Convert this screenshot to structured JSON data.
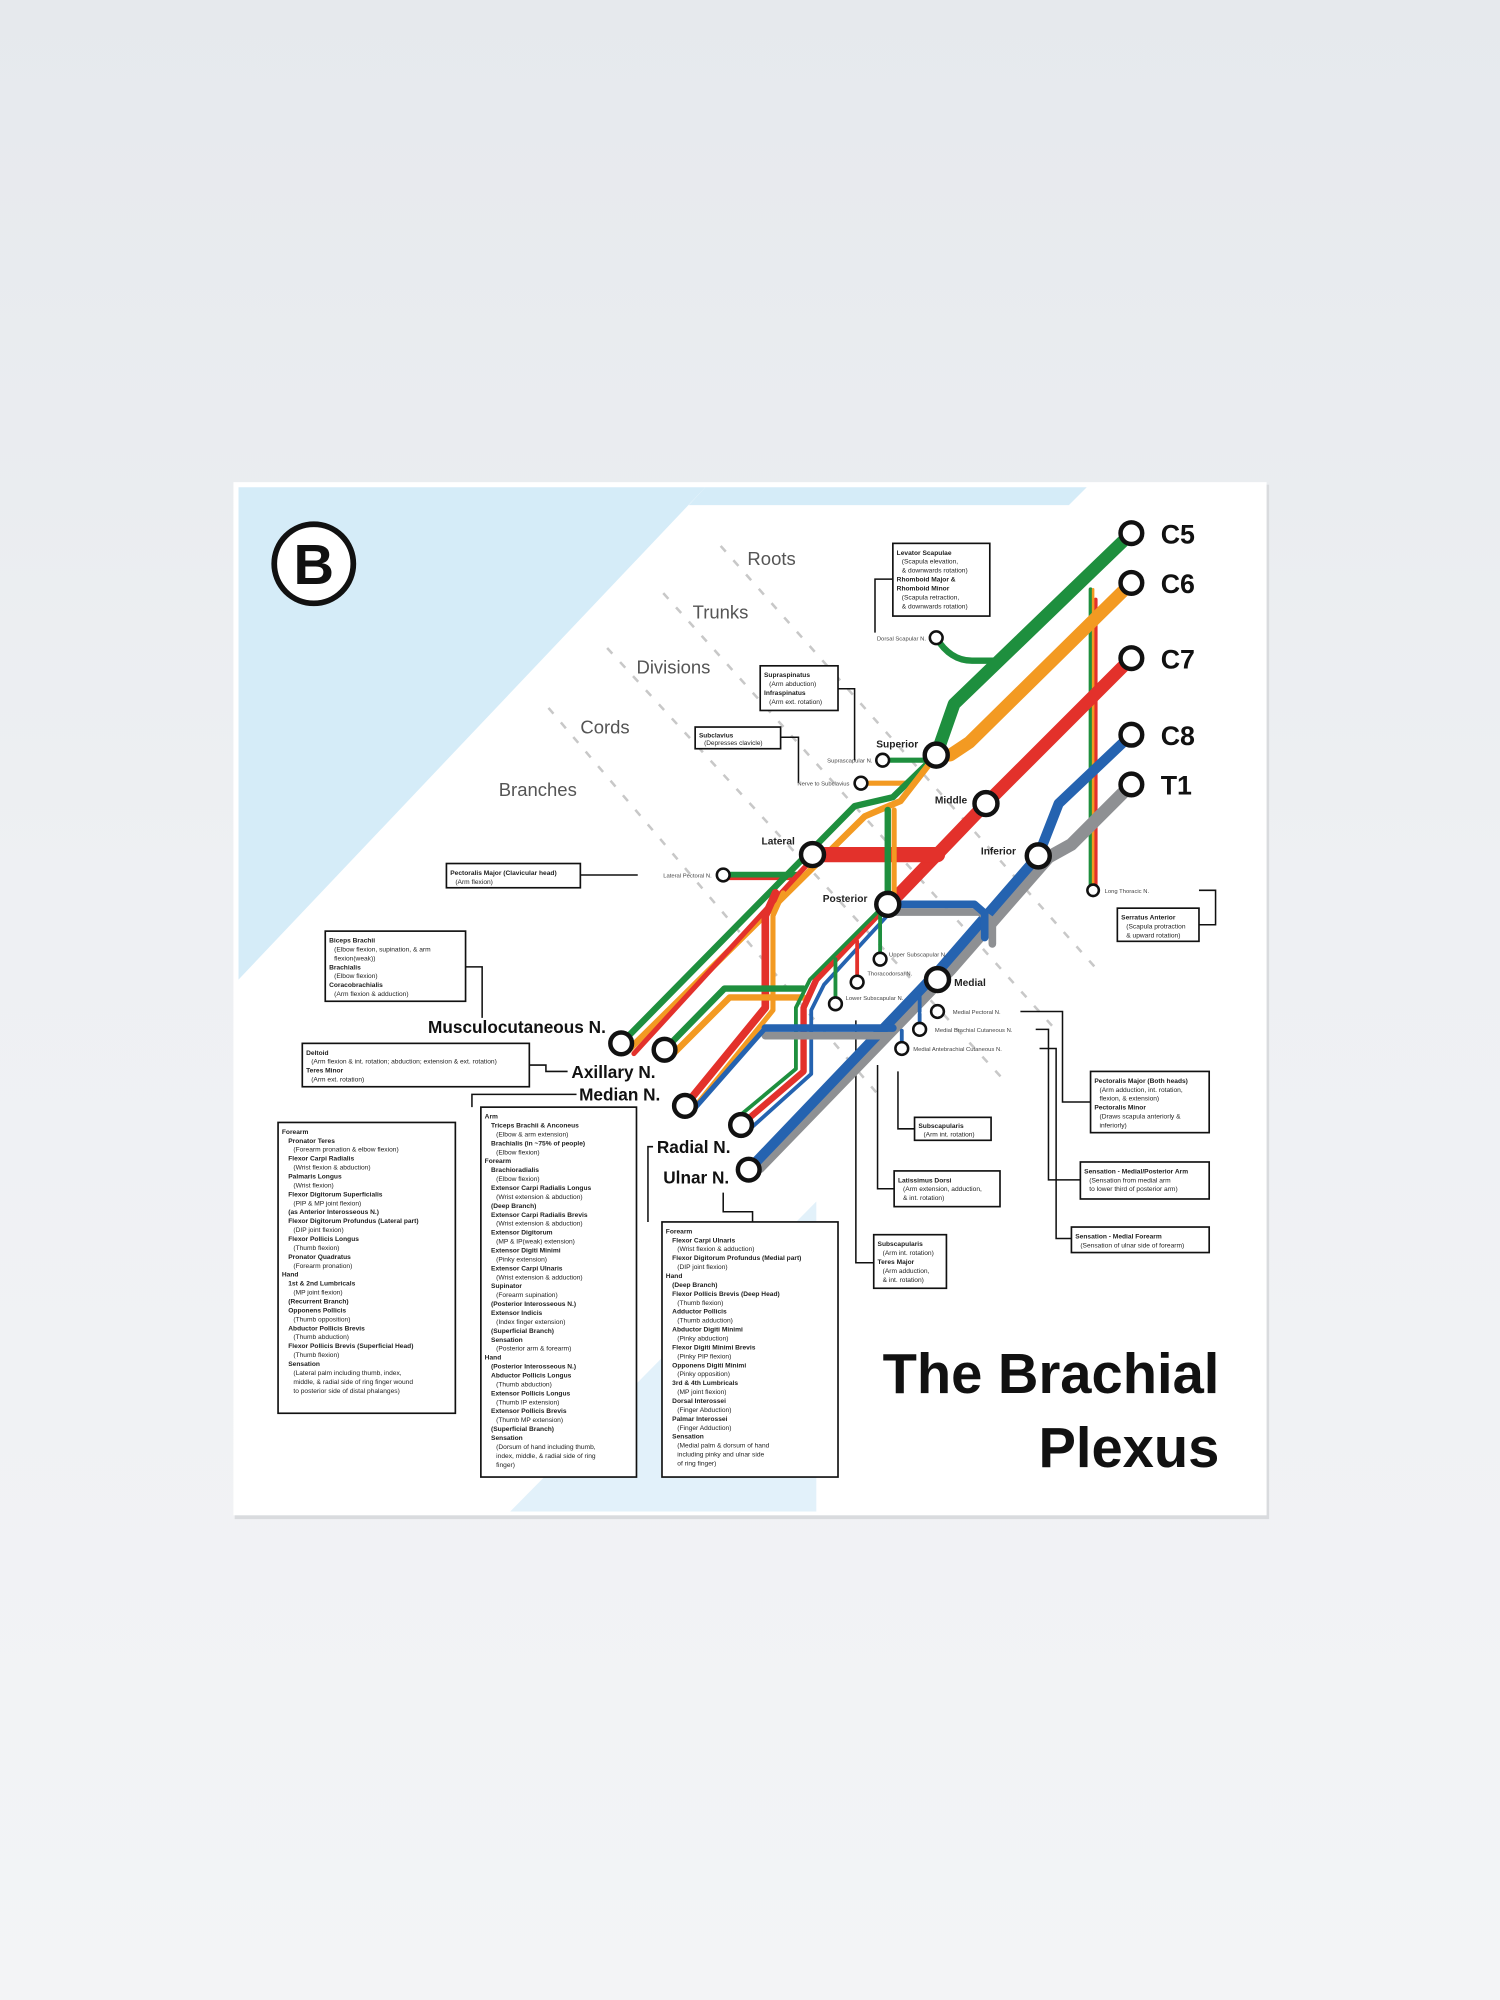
{
  "poster": {
    "logo_letter": "B",
    "title_line1": "The Brachial",
    "title_line2": "Plexus",
    "colors": {
      "C5": "#1e8f3e",
      "C6": "#f39a22",
      "C7": "#e3312b",
      "C8": "#2563b0",
      "T1": "#8e9093",
      "background_blue": "#d5ecf8"
    },
    "columns": [
      "Roots",
      "Trunks",
      "Divisions",
      "Cords",
      "Branches"
    ],
    "roots": [
      "C5",
      "C6",
      "C7",
      "C8",
      "T1"
    ],
    "trunks": [
      "Superior",
      "Middle",
      "Inferior"
    ],
    "cords": [
      "Lateral",
      "Posterior",
      "Medial"
    ],
    "terminal_branches": [
      "Musculocutaneous N.",
      "Axillary N.",
      "Median N.",
      "Radial N.",
      "Ulnar N."
    ],
    "minor_nerves": {
      "dorsal_scapular": "Dorsal Scapular N.",
      "suprascapular": "Suprascapular N.",
      "subclavius": "Nerve to Subclavius",
      "lateral_pectoral": "Lateral Pectoral N.",
      "long_thoracic": "Long Thoracic N.",
      "upper_subscapular": "Upper Subscapular N.",
      "thoracodorsal": "Thoracodorsal N.",
      "lower_subscapular": "Lower Subscapular N.",
      "medial_pectoral": "Medial Pectoral N.",
      "medial_brachial_cutaneous": "Medial Brachial Cutaneous N.",
      "medial_antebrachial_cutaneous": "Medial Antebrachial Cutaneous N."
    },
    "boxes": {
      "levator": [
        [
          "Levator Scapulae",
          1
        ],
        [
          "(Scapula elevation,",
          0
        ],
        [
          "& downwards rotation)",
          0
        ],
        [
          "Rhomboid Major &",
          1
        ],
        [
          "Rhomboid Minor",
          1
        ],
        [
          "(Scapula retraction,",
          0
        ],
        [
          "& downwards rotation)",
          0
        ]
      ],
      "supraspinatus": [
        [
          "Supraspinatus",
          1
        ],
        [
          "(Arm abduction)",
          0
        ],
        [
          "Infraspinatus",
          1
        ],
        [
          "(Arm ext. rotation)",
          0
        ]
      ],
      "subclavius": [
        [
          "Subclavius",
          1
        ],
        [
          "(Depresses clavicle)",
          0
        ]
      ],
      "pec_clavicular": [
        [
          "Pectoralis Major (Clavicular head)",
          1
        ],
        [
          "(Arm flexion)",
          0
        ]
      ],
      "musculocutaneous": [
        [
          "Biceps Brachii",
          1
        ],
        [
          "(Elbow flexion, supination, & arm",
          0
        ],
        [
          "flexion(weak))",
          0
        ],
        [
          "Brachialis",
          1
        ],
        [
          "(Elbow flexion)",
          0
        ],
        [
          "Coracobrachialis",
          1
        ],
        [
          "(Arm flexion & adduction)",
          0
        ]
      ],
      "axillary": [
        [
          "Deltoid",
          1
        ],
        [
          "(Arm flexion & int. rotation; abduction; extension & ext. rotation)",
          0
        ],
        [
          "Teres Minor",
          1
        ],
        [
          "(Arm ext. rotation)",
          0
        ]
      ],
      "median": [
        [
          "Forearm",
          1
        ],
        [
          "Pronator Teres",
          1
        ],
        [
          "(Forearm pronation & elbow flexion)",
          0
        ],
        [
          "Flexor Carpi Radialis",
          1
        ],
        [
          "(Wrist flexion & abduction)",
          0
        ],
        [
          "Palmaris Longus",
          1
        ],
        [
          "(Wrist flexion)",
          0
        ],
        [
          "Flexor Digitorum Superficialis",
          1
        ],
        [
          "(PIP & MP joint flexion)",
          0
        ],
        [
          "(as Anterior Interosseous N.)",
          1
        ],
        [
          "Flexor Digitorum Profundus (Lateral part)",
          1
        ],
        [
          "(DIP joint flexion)",
          0
        ],
        [
          "Flexor Pollicis Longus",
          1
        ],
        [
          "(Thumb flexion)",
          0
        ],
        [
          "Pronator Quadratus",
          1
        ],
        [
          "(Forearm pronation)",
          0
        ],
        [
          "Hand",
          1
        ],
        [
          "1st & 2nd Lumbricals",
          1
        ],
        [
          "(MP joint flexion)",
          0
        ],
        [
          "(Recurrent Branch)",
          1
        ],
        [
          "Opponens Pollicis",
          1
        ],
        [
          "(Thumb opposition)",
          0
        ],
        [
          "Abductor Pollicis Brevis",
          1
        ],
        [
          "(Thumb abduction)",
          0
        ],
        [
          "Flexor Pollicis Brevis (Superficial Head)",
          1
        ],
        [
          "(Thumb flexion)",
          0
        ],
        [
          "Sensation",
          1
        ],
        [
          "(Lateral palm including thumb, index,",
          0
        ],
        [
          "middle, & radial side of ring finger wound",
          0
        ],
        [
          "to posterior side of distal phalanges)",
          0
        ]
      ],
      "radial": [
        [
          "Arm",
          1
        ],
        [
          "Triceps Brachii & Anconeus",
          1
        ],
        [
          "(Elbow & arm extension)",
          0
        ],
        [
          "Brachialis (in ~75% of people)",
          1
        ],
        [
          "(Elbow flexion)",
          0
        ],
        [
          "Forearm",
          1
        ],
        [
          "Brachioradialis",
          1
        ],
        [
          "(Elbow flexion)",
          0
        ],
        [
          "Extensor Carpi Radialis Longus",
          1
        ],
        [
          "(Wrist extension & abduction)",
          0
        ],
        [
          "(Deep Branch)",
          1
        ],
        [
          "Extensor Carpi Radialis Brevis",
          1
        ],
        [
          "(Wrist extension & abduction)",
          0
        ],
        [
          "Extensor Digitorum",
          1
        ],
        [
          "(MP & IP(weak) extension)",
          0
        ],
        [
          "Extensor Digiti Minimi",
          1
        ],
        [
          "(Pinky extension)",
          0
        ],
        [
          "Extensor Carpi Ulnaris",
          1
        ],
        [
          "(Wrist extension & adduction)",
          0
        ],
        [
          "Supinator",
          1
        ],
        [
          "(Forearm supination)",
          0
        ],
        [
          "(Posterior Interosseous N.)",
          1
        ],
        [
          "Extensor Indicis",
          1
        ],
        [
          "(Index finger extension)",
          0
        ],
        [
          "(Superficial Branch)",
          1
        ],
        [
          "Sensation",
          1
        ],
        [
          "(Posterior arm & forearm)",
          0
        ],
        [
          "Hand",
          1
        ],
        [
          "(Posterior Interosseous N.)",
          1
        ],
        [
          "Abductor Pollicis Longus",
          1
        ],
        [
          "(Thumb abduction)",
          0
        ],
        [
          "Extensor Pollicis Longus",
          1
        ],
        [
          "(Thumb IP extension)",
          0
        ],
        [
          "Extensor Pollicis Brevis",
          1
        ],
        [
          "(Thumb MP extension)",
          0
        ],
        [
          "(Superficial Branch)",
          1
        ],
        [
          "Sensation",
          1
        ],
        [
          "(Dorsum of hand including thumb,",
          0
        ],
        [
          "index, middle, & radial side of ring",
          0
        ],
        [
          "finger)",
          0
        ]
      ],
      "ulnar": [
        [
          "Forearm",
          1
        ],
        [
          "Flexor Carpi Ulnaris",
          1
        ],
        [
          "(Wrist flexion & adduction)",
          0
        ],
        [
          "Flexor Digitorum Profundus (Medial part)",
          1
        ],
        [
          "(DIP joint flexion)",
          0
        ],
        [
          "Hand",
          1
        ],
        [
          "(Deep Branch)",
          1
        ],
        [
          "Flexor Pollicis Brevis (Deep Head)",
          1
        ],
        [
          "(Thumb flexion)",
          0
        ],
        [
          "Adductor Pollicis",
          1
        ],
        [
          "(Thumb adduction)",
          0
        ],
        [
          "Abductor Digiti Minimi",
          1
        ],
        [
          "(Pinky abduction)",
          0
        ],
        [
          "Flexor Digiti Minimi Brevis",
          1
        ],
        [
          "(Pinky PIP flexion)",
          0
        ],
        [
          "Opponens Digiti Minimi",
          1
        ],
        [
          "(Pinky opposition)",
          0
        ],
        [
          "3rd & 4th Lumbricals",
          1
        ],
        [
          "(MP joint flexion)",
          0
        ],
        [
          "Dorsal Interossei",
          1
        ],
        [
          "(Finger Abduction)",
          0
        ],
        [
          "Palmar Interossei",
          1
        ],
        [
          "(Finger Adduction)",
          0
        ],
        [
          "Sensation",
          1
        ],
        [
          "(Medial palm & dorsum of hand",
          0
        ],
        [
          "including pinky and ulnar side",
          0
        ],
        [
          "of ring finger)",
          0
        ]
      ],
      "subscapularis": [
        [
          "Subscapularis",
          1
        ],
        [
          "(Arm int. rotation)",
          0
        ]
      ],
      "latissimus": [
        [
          "Latissimus Dorsi",
          1
        ],
        [
          "(Arm extension, adduction,",
          0
        ],
        [
          "& int. rotation)",
          0
        ]
      ],
      "subscap_teres": [
        [
          "Subscapularis",
          1
        ],
        [
          "(Arm int. rotation)",
          0
        ],
        [
          "Teres Major",
          1
        ],
        [
          "(Arm adduction,",
          0
        ],
        [
          "& int. rotation)",
          0
        ]
      ],
      "serratus": [
        [
          "Serratus Anterior",
          1
        ],
        [
          "(Scapula protraction",
          0
        ],
        [
          "& upward rotation)",
          0
        ]
      ],
      "pec_both": [
        [
          "Pectoralis Major (Both heads)",
          1
        ],
        [
          "(Arm adduction, int. rotation,",
          0
        ],
        [
          "flexion, & extension)",
          0
        ],
        [
          "Pectoralis Minor",
          1
        ],
        [
          "(Draws scapula anteriorly &",
          0
        ],
        [
          "inferiorly)",
          0
        ]
      ],
      "sens_arm": [
        [
          "Sensation - Medial/Posterior Arm",
          1
        ],
        [
          "(Sensation from medial arm",
          0
        ],
        [
          "to lower third of posterior arm)",
          0
        ]
      ],
      "sens_forearm": [
        [
          "Sensation - Medial Forearm",
          1
        ],
        [
          "(Sensation of ulnar side of forearm)",
          0
        ]
      ]
    }
  }
}
